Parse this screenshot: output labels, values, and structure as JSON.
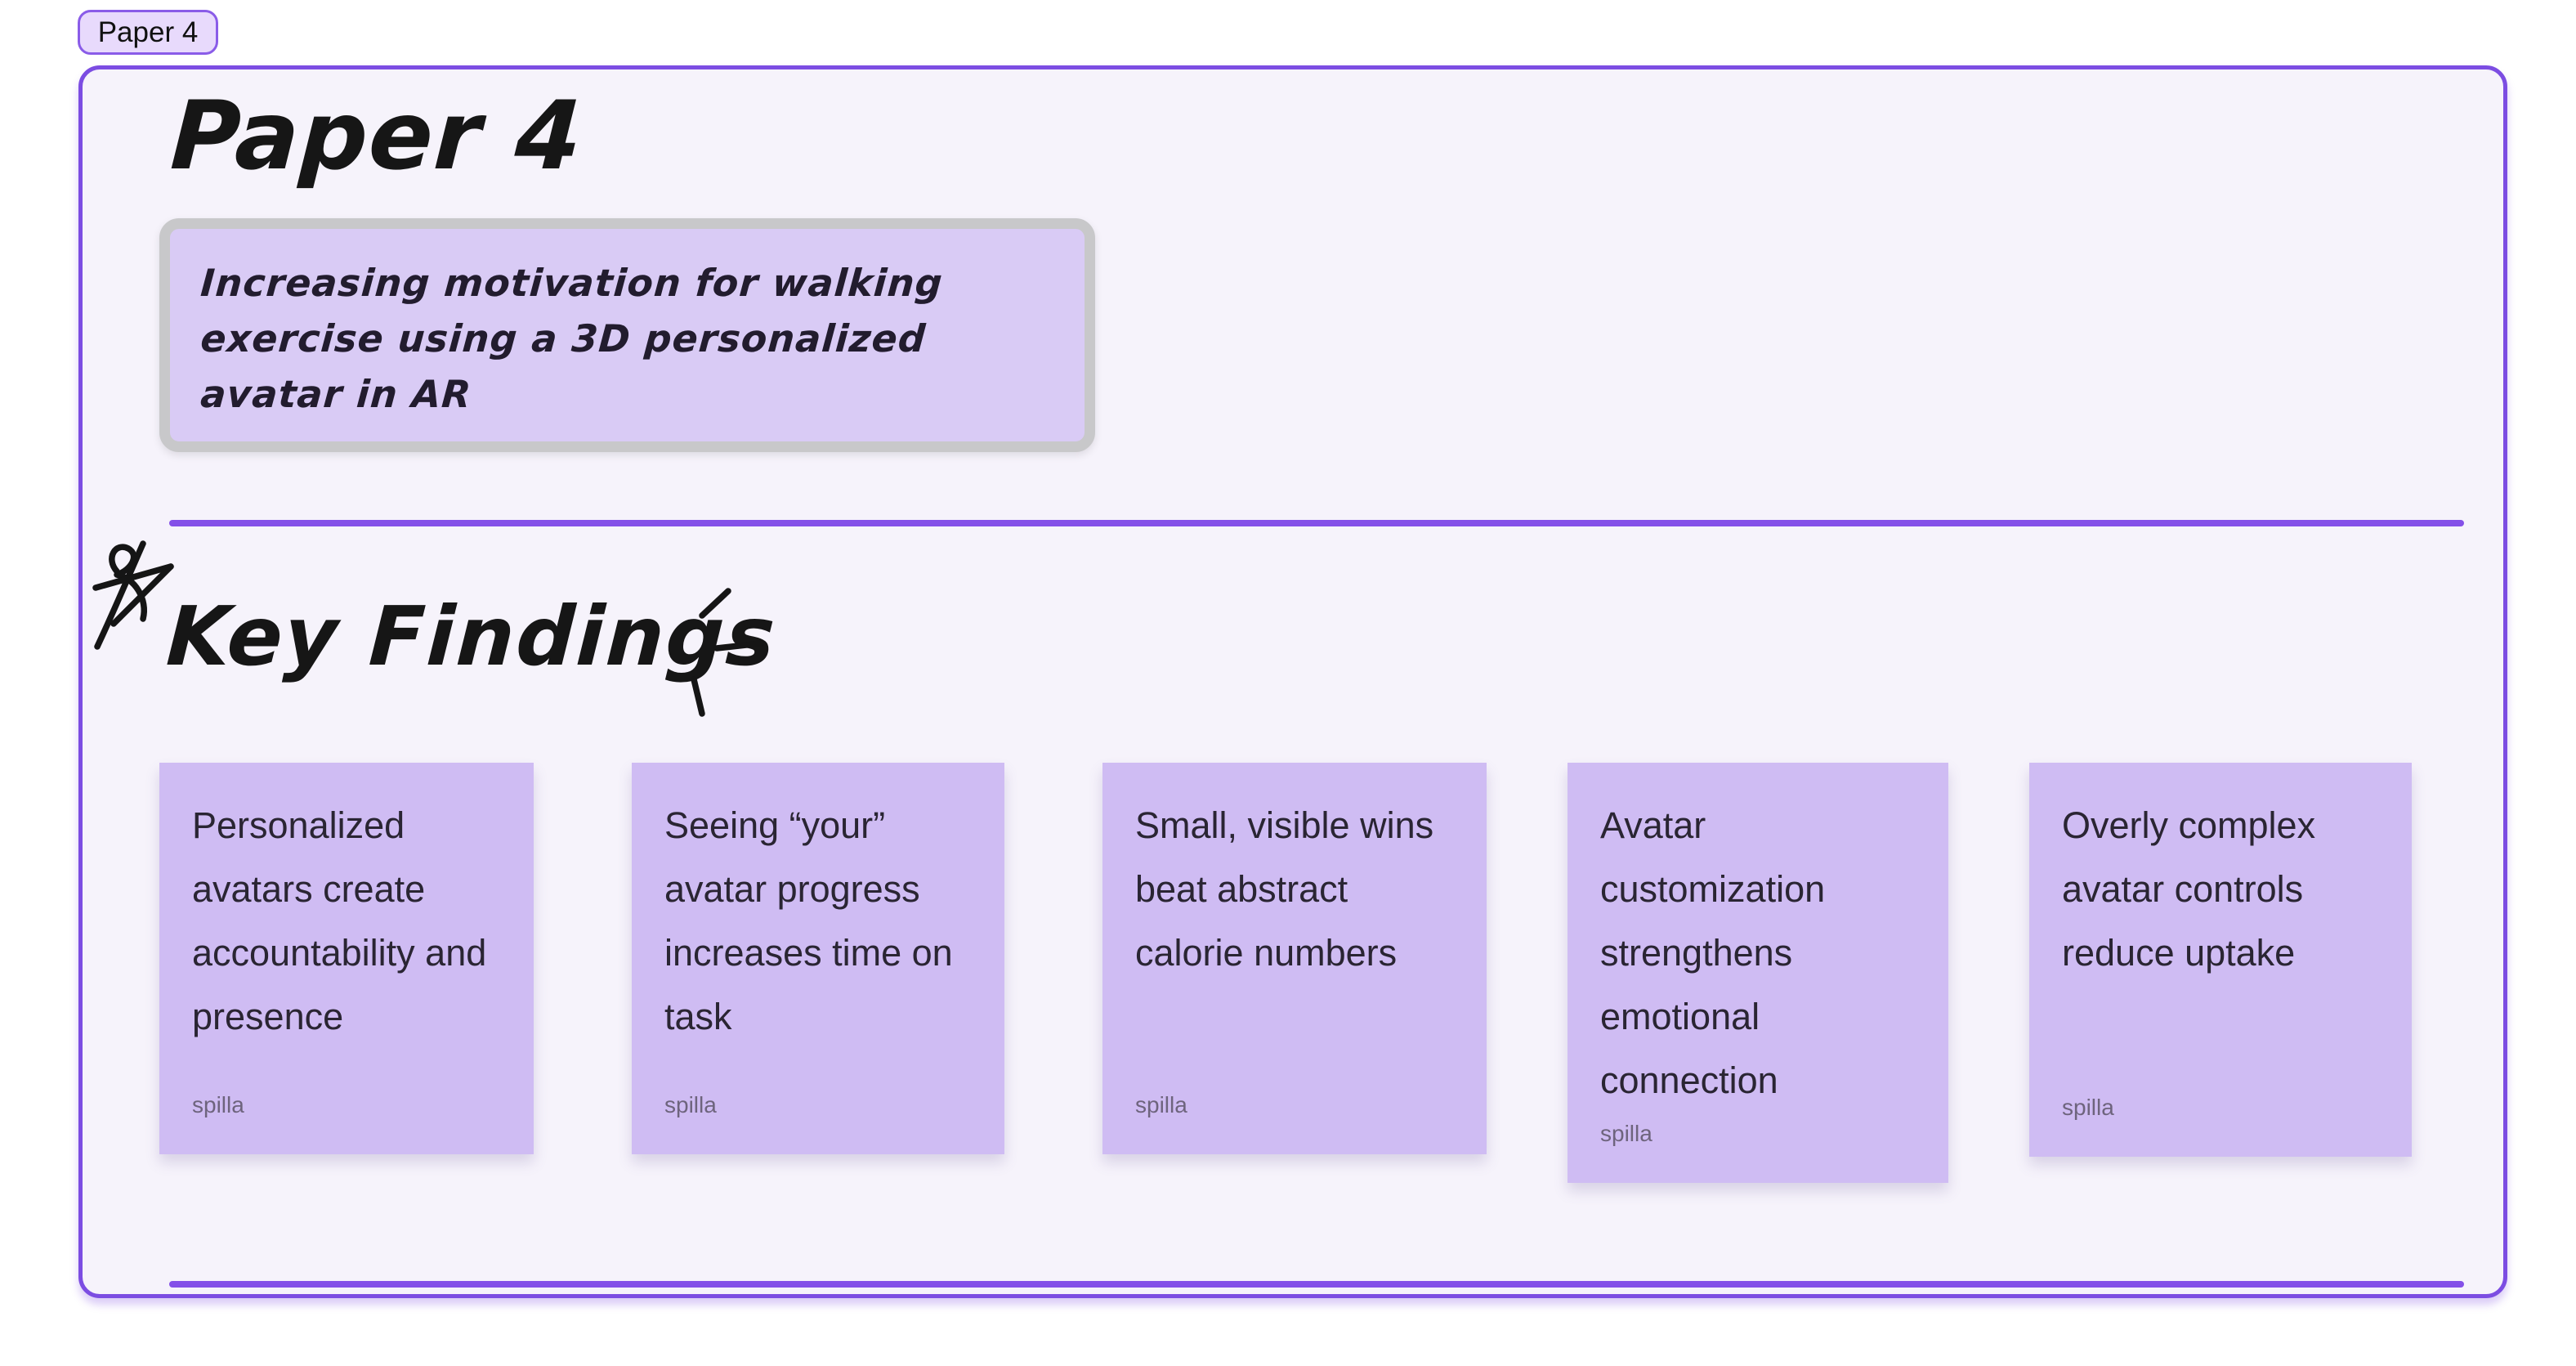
{
  "board": {
    "frame_tab_label": "Paper 4",
    "frame_title": "Paper 4"
  },
  "title_card": {
    "text": "Increasing motivation for walking exercise using a 3D personalized avatar in AR",
    "lines": [
      "Increasing motivation for walking",
      "exercise using a 3D personalized",
      "avatar in AR"
    ]
  },
  "key_findings": {
    "heading": "Key Findings"
  },
  "notes": [
    {
      "text": "Personalized avatars create accountability and presence",
      "author": "spilla"
    },
    {
      "text": "Seeing “your” avatar progress increases time on task",
      "author": "spilla"
    },
    {
      "text": "Small, visible wins beat abstract calorie numbers",
      "author": "spilla"
    },
    {
      "text": "Avatar customization strengthens emotional connection",
      "author": "spilla"
    },
    {
      "text": "Overly complex avatar controls reduce uptake",
      "author": "spilla"
    }
  ],
  "doodles": {
    "star": "star-doodle-icon",
    "dashes": "dash-doodle-icon"
  },
  "colors": {
    "frame_border": "#7c4de2",
    "frame_fill": "#f6f3fb",
    "tab_fill": "#e8dafc",
    "note_fill": "#cfbcf3",
    "title_card_fill": "#d9cbf5",
    "title_card_border": "#c8c8ca",
    "divider": "#8450e8",
    "ink": "#161616",
    "note_text": "#2a2533",
    "author_text": "#6e647d"
  }
}
